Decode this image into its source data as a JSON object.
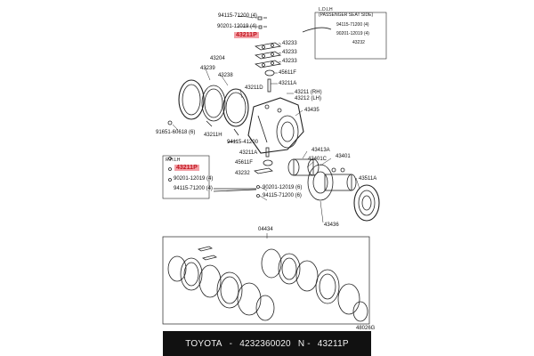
{
  "labels": {
    "l94115_top": "94115-71200 (4)",
    "l90201_top": "90201-12019 (4)",
    "l43211p_top": "43211P",
    "l43233_a": "43233",
    "l43233_b": "43233",
    "l43233_c": "43233",
    "l45611f_top": "45611F",
    "l43211a_top": "43211A",
    "l43211": "43211 (RH)",
    "l43212": "43212 (LH)",
    "l43204": "43204",
    "l43239": "43239",
    "l43238": "43238",
    "l43211d": "43211D",
    "l43435": "43435",
    "l91651": "91651-60618 (6)",
    "l43211h": "43211H",
    "l94115_mid": "94115-41200",
    "l43211a_mid": "43211A",
    "l45611f_mid": "45611F",
    "l43232_mid": "43232",
    "l43413a": "43413A",
    "l43401": "43401",
    "l43401c": "43401C",
    "l43511a": "43511A",
    "l90201_mid": "90201-12019 (6)",
    "l94115_mid2": "94115-71200 (6)",
    "l43436": "43436",
    "l04434": "04434",
    "l48026": "48026G",
    "l43211p_left": "43211P",
    "l90201_left": "90201-12019 (4)",
    "l94115_left": "94115-71200 (4)",
    "box_r_94115": "94115-71200 (4)",
    "box_r_90201": "90201-12019 (4)",
    "box_r_43232": "43232",
    "box_r_title": "L.D.LH\n(PASSENGER SEAT SIDE)",
    "box_l_title": "R.H.LH"
  },
  "footer": {
    "brand": "TOYOTA",
    "sep1": "-",
    "part": "4232360020",
    "n_label": "N -",
    "n_value": "43211P"
  },
  "colors": {
    "highlight_bg": "#f3a0a6",
    "highlight_text": "#c0141e",
    "footer_bg": "#111111"
  }
}
